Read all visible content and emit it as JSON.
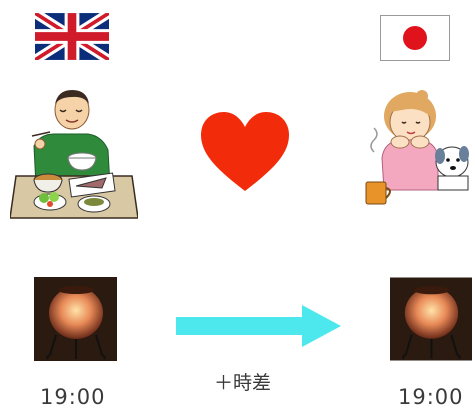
{
  "left": {
    "flag": "uk-flag-icon",
    "person": "man-eating-meal-illustration",
    "lamp": "table-lamp-photo",
    "time": "19:00"
  },
  "center": {
    "heart": "heart-icon",
    "heart_color": "#f22b0a",
    "arrow": "right-arrow-icon",
    "arrow_color": "#4de8ee",
    "label": "＋時差"
  },
  "right": {
    "flag": "japan-flag-icon",
    "person": "woman-with-dog-illustration",
    "lamp": "table-lamp-photo",
    "time": "19:00"
  }
}
